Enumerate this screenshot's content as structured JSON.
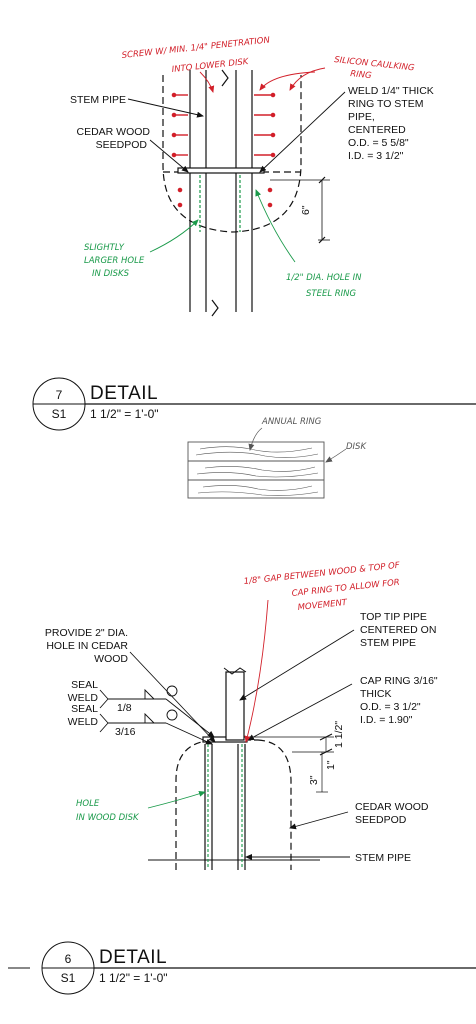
{
  "detail7": {
    "number": "7",
    "sheet": "S1",
    "title": "DETAIL",
    "scale": "1 1/2\" = 1'-0\"",
    "labels": {
      "stem_pipe": "STEM PIPE",
      "cedar_1": "CEDAR WOOD",
      "cedar_2": "SEEDPOD",
      "weld_1": "WELD 1/4\" THICK",
      "weld_2": "RING TO STEM",
      "weld_3": "PIPE,",
      "weld_4": "CENTERED",
      "weld_5": "O.D. = 5 5/8\"",
      "weld_6": "I.D. = 3 1/2\"",
      "dim": "6\""
    },
    "notes": {
      "screw_1": "SCREW W/ MIN. 1/4\" PENETRATION",
      "screw_2": "INTO LOWER DISK",
      "silicon_1": "SILICON CAULKING",
      "silicon_2": "RING",
      "hole_1": "SLIGHTLY",
      "hole_2": "LARGER HOLE",
      "hole_3": "IN DISKS",
      "dia_1": "1/2\" DIA. HOLE IN",
      "dia_2": "STEEL RING"
    }
  },
  "disk_sketch": {
    "annual_ring": "ANNUAL RING",
    "disk": "DISK"
  },
  "detail6": {
    "number": "6",
    "sheet": "S1",
    "title": "DETAIL",
    "scale": "1 1/2\" = 1'-0\"",
    "labels": {
      "provide_1": "PROVIDE 2\" DIA.",
      "provide_2": "HOLE IN CEDAR",
      "provide_3": "WOOD",
      "top_1": "TOP TIP PIPE",
      "top_2": "CENTERED ON",
      "top_3": "STEM PIPE",
      "seal_a1": "SEAL",
      "seal_a2": "WELD",
      "seal_a_size": "1/8",
      "seal_b1": "SEAL",
      "seal_b2": "WELD",
      "seal_b_size": "3/16",
      "cap_1": "CAP RING 3/16\"",
      "cap_2": "THICK",
      "cap_3": "O.D. = 3 1/2\"",
      "cap_4": "I.D. = 1.90\"",
      "dim_a": "1 1/2\"",
      "dim_b": "3\"",
      "dim_c": "1\"",
      "cedar_1": "CEDAR WOOD",
      "cedar_2": "SEEDPOD",
      "stem": "STEM PIPE"
    },
    "notes": {
      "gap_1": "1/8\" GAP BETWEEN WOOD & TOP OF",
      "gap_2": "CAP RING TO ALLOW FOR",
      "gap_3": "MOVEMENT",
      "hole_1": "HOLE",
      "hole_2": "IN WOOD DISK"
    }
  },
  "colors": {
    "ink": "#111111",
    "redline": "#d2202a",
    "greenline": "#1a9a4a",
    "pencil": "#555555"
  }
}
